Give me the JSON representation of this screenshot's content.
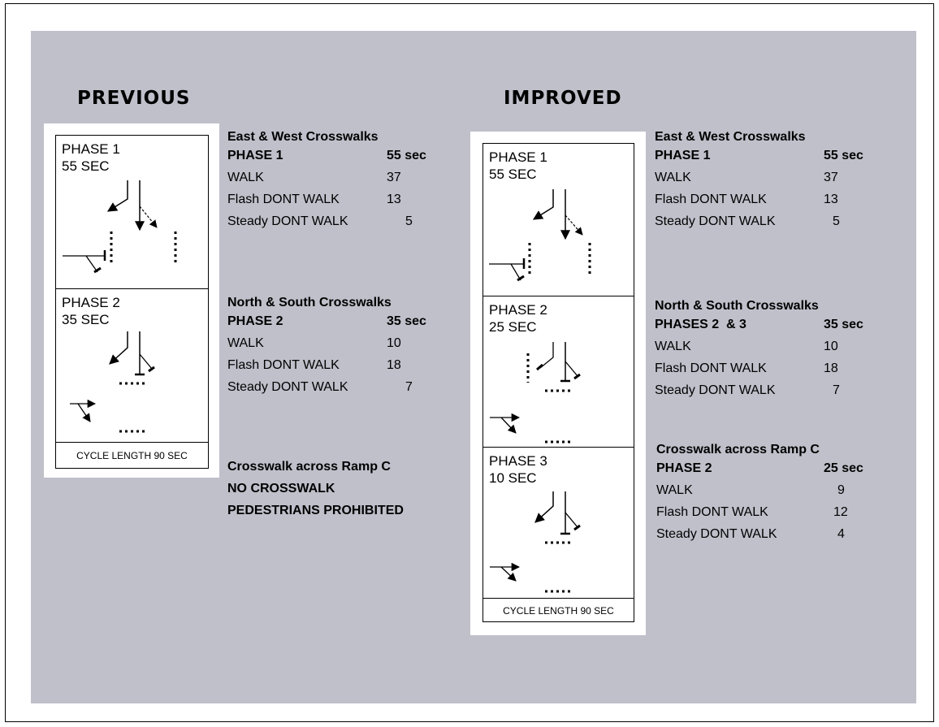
{
  "previous": {
    "heading": "PREVIOUS",
    "phases": [
      {
        "name": "PHASE 1",
        "duration": "55 SEC"
      },
      {
        "name": "PHASE 2",
        "duration": "35 SEC"
      }
    ],
    "cycle_length": "CYCLE LENGTH 90 SEC",
    "ew": {
      "title": "East & West Crosswalks",
      "phase_label": "PHASE 1",
      "phase_total": "55 sec",
      "rows": [
        {
          "label": "WALK",
          "value": "37"
        },
        {
          "label": "Flash DONT WALK",
          "value": "13"
        },
        {
          "label": "Steady DONT WALK",
          "value": "5"
        }
      ]
    },
    "ns": {
      "title": "North & South Crosswalks",
      "phase_label": "PHASE 2",
      "phase_total": "35 sec",
      "rows": [
        {
          "label": "WALK",
          "value": "10"
        },
        {
          "label": "Flash DONT WALK",
          "value": "18"
        },
        {
          "label": "Steady DONT WALK",
          "value": "7"
        }
      ]
    },
    "ramp": {
      "title": "Crosswalk across Ramp C",
      "line1": "NO CROSSWALK",
      "line2": "PEDESTRIANS PROHIBITED"
    }
  },
  "improved": {
    "heading": "IMPROVED",
    "phases": [
      {
        "name": "PHASE 1",
        "duration": "55 SEC"
      },
      {
        "name": "PHASE 2",
        "duration": "25 SEC"
      },
      {
        "name": "PHASE 3",
        "duration": "10 SEC"
      }
    ],
    "cycle_length": "CYCLE LENGTH 90 SEC",
    "ew": {
      "title": "East & West Crosswalks",
      "phase_label": "PHASE 1",
      "phase_total": "55 sec",
      "rows": [
        {
          "label": "WALK",
          "value": "37"
        },
        {
          "label": "Flash DONT WALK",
          "value": "13"
        },
        {
          "label": "Steady DONT WALK",
          "value": "5"
        }
      ]
    },
    "ns": {
      "title": "North & South Crosswalks",
      "phase_label": "PHASES 2  & 3",
      "phase_total": "35 sec",
      "rows": [
        {
          "label": "WALK",
          "value": "10"
        },
        {
          "label": "Flash DONT WALK",
          "value": "18"
        },
        {
          "label": "Steady DONT WALK",
          "value": "7"
        }
      ]
    },
    "ramp": {
      "title": "Crosswalk across Ramp C",
      "phase_label": "PHASE 2",
      "phase_total": "25 sec",
      "rows": [
        {
          "label": "WALK",
          "value": "9"
        },
        {
          "label": "Flash DONT WALK",
          "value": "12"
        },
        {
          "label": "Steady DONT WALK",
          "value": "4"
        }
      ]
    }
  }
}
